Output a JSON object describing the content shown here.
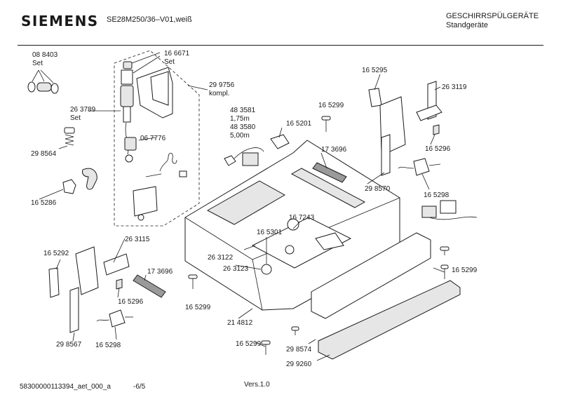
{
  "header": {
    "brand": "SIEMENS",
    "model": "SE28M250/36–V01,weiß",
    "category_title": "GESCHIRRSPÜLGERÄTE",
    "category_sub": "Standgeräte"
  },
  "footer": {
    "doc_id": "58300000113394_aet_000_a",
    "page": "-6/5",
    "version": "Vers.1.0"
  },
  "callouts": [
    {
      "text": "08 8403"
    },
    {
      "text": "Set"
    },
    {
      "text": "16 6671"
    },
    {
      "text": "Set"
    },
    {
      "text": "29 9756"
    },
    {
      "text": "kompl."
    },
    {
      "text": "26 3789"
    },
    {
      "text": "Set"
    },
    {
      "text": "29 8564"
    },
    {
      "text": "06 7776"
    },
    {
      "text": "16 5286"
    },
    {
      "text": "48 3581"
    },
    {
      "text": "1,75m"
    },
    {
      "text": "48 3580"
    },
    {
      "text": "5,00m"
    },
    {
      "text": "16 5299"
    },
    {
      "text": "16 5201"
    },
    {
      "text": "16 5295"
    },
    {
      "text": "26 3119"
    },
    {
      "text": "17 3696"
    },
    {
      "text": "16 5296"
    },
    {
      "text": "29 8570"
    },
    {
      "text": "16 5298"
    },
    {
      "text": "16 7243"
    },
    {
      "text": "16 5301"
    },
    {
      "text": "16 5292"
    },
    {
      "text": "26 3115"
    },
    {
      "text": "26 3122"
    },
    {
      "text": "26 3123"
    },
    {
      "text": "17 3696"
    },
    {
      "text": "16 5296"
    },
    {
      "text": "16 5299"
    },
    {
      "text": "29 8567"
    },
    {
      "text": "16 5298"
    },
    {
      "text": "21 4812"
    },
    {
      "text": "16 5299"
    },
    {
      "text": "16 5299"
    },
    {
      "text": "29 8574"
    },
    {
      "text": "29 9260"
    }
  ]
}
